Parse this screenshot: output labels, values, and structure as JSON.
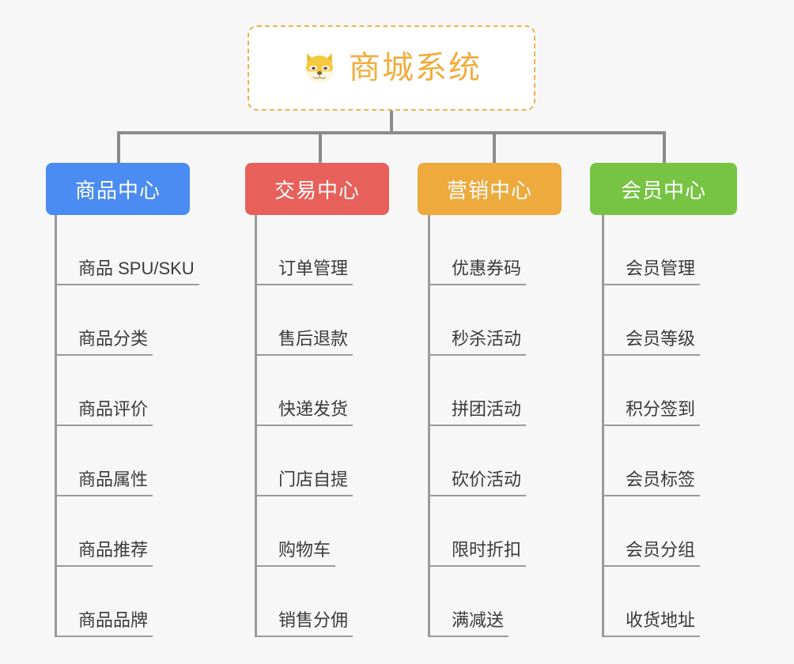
{
  "page": {
    "background_color": "#f7f7f7",
    "connector_color": "#8b8b8b",
    "leaf_line_color": "#9a9a9a"
  },
  "root": {
    "title": "商城系统",
    "icon": "shiba-dog-icon",
    "text_color": "#f0ad3e",
    "border_color": "#efb04a",
    "background_color": "#ffffff"
  },
  "columns": [
    {
      "title": "商品中心",
      "color": "#4a8cf2",
      "items": [
        "商品 SPU/SKU",
        "商品分类",
        "商品评价",
        "商品属性",
        "商品推荐",
        "商品品牌"
      ]
    },
    {
      "title": "交易中心",
      "color": "#e8605a",
      "items": [
        "订单管理",
        "售后退款",
        "快递发货",
        "门店自提",
        "购物车",
        "销售分佣"
      ]
    },
    {
      "title": "营销中心",
      "color": "#eeaa3c",
      "items": [
        "优惠券码",
        "秒杀活动",
        "拼团活动",
        "砍价活动",
        "限时折扣",
        "满减送"
      ]
    },
    {
      "title": "会员中心",
      "color": "#77c344",
      "items": [
        "会员管理",
        "会员等级",
        "积分签到",
        "会员标签",
        "会员分组",
        "收货地址"
      ]
    }
  ]
}
